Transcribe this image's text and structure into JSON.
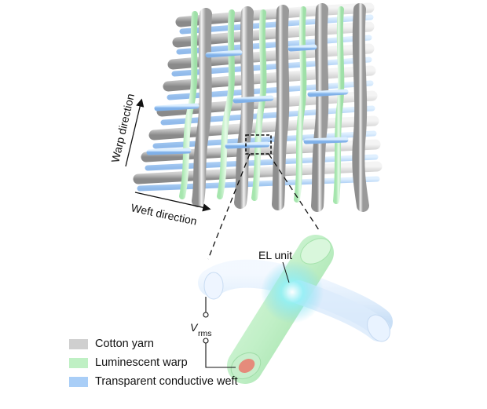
{
  "labels": {
    "warp_direction": "Warp direction",
    "weft_direction": "Weft direction",
    "el_unit": "EL unit",
    "voltage_main": "V",
    "voltage_sub": "rms"
  },
  "legend": [
    {
      "label": "Cotton yarn",
      "color": "#cfcfcf"
    },
    {
      "label": "Luminescent warp",
      "color": "#bff0c4"
    },
    {
      "label": "Transparent conductive weft",
      "color": "#a9cef7"
    }
  ],
  "colors": {
    "cotton": "#d4d4d4",
    "luminescent": "#bdf0c3",
    "conductive": "#9fc8f5",
    "glow": "#7fe8f5",
    "core": "#e8897a"
  },
  "icons": [
    "arrow-icon",
    "magnifier-box-icon",
    "electrode-terminal-icon"
  ]
}
